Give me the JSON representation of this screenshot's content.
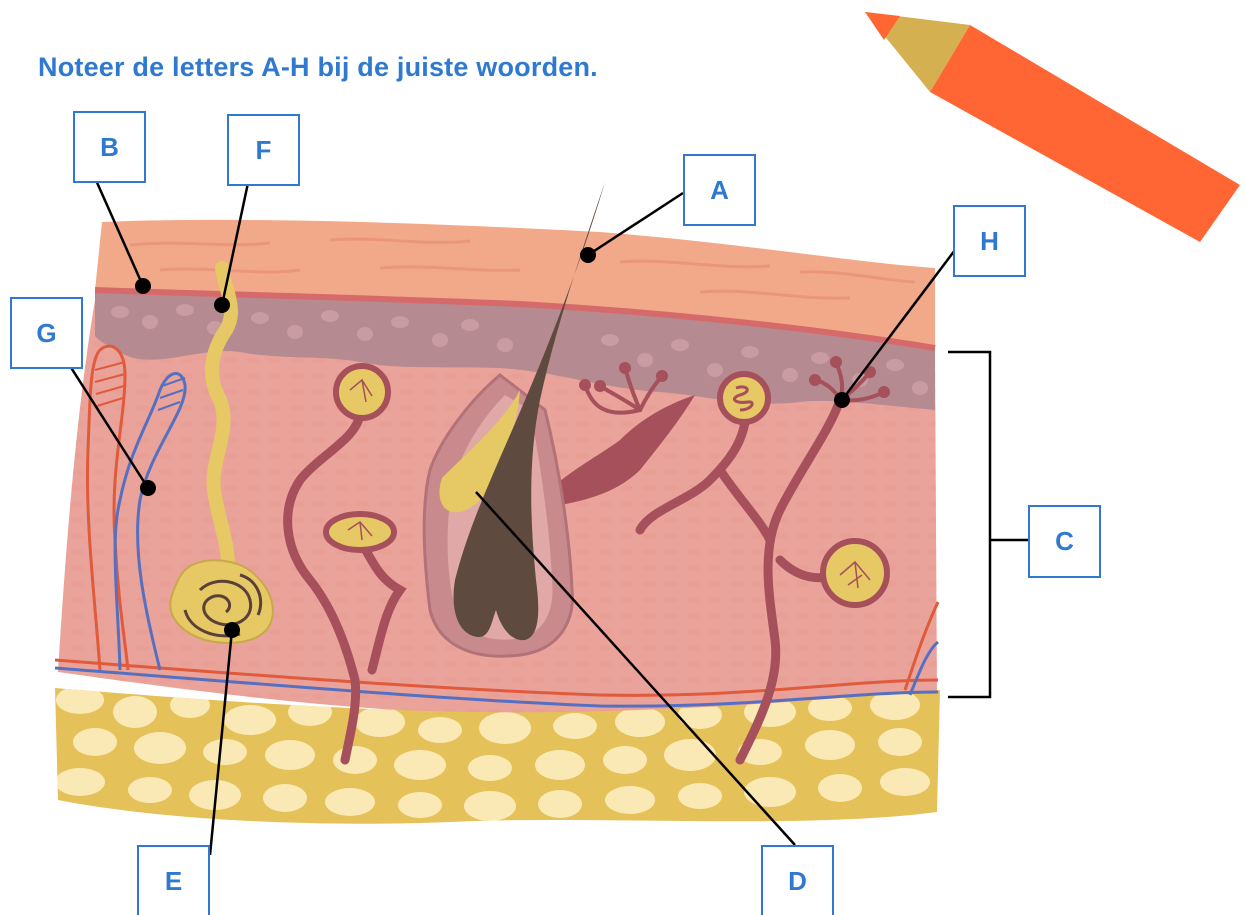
{
  "instruction": "Noteer de letters A-H bij de juiste woorden.",
  "labels": {
    "A": "A",
    "B": "B",
    "C": "C",
    "D": "D",
    "E": "E",
    "F": "F",
    "G": "G",
    "H": "H"
  },
  "colors": {
    "accent": "#2f7ad0",
    "pencil_body": "#ff6633",
    "pencil_wood": "#d4b050",
    "epidermis": "#f2a98a",
    "dermis": "#eaa39b",
    "fat_layer": "#e5c15a",
    "fat_cells": "#fbe9b5",
    "hair": "#5f4a40",
    "vessel_red": "#e05a3c",
    "vessel_blue": "#5570c0"
  }
}
